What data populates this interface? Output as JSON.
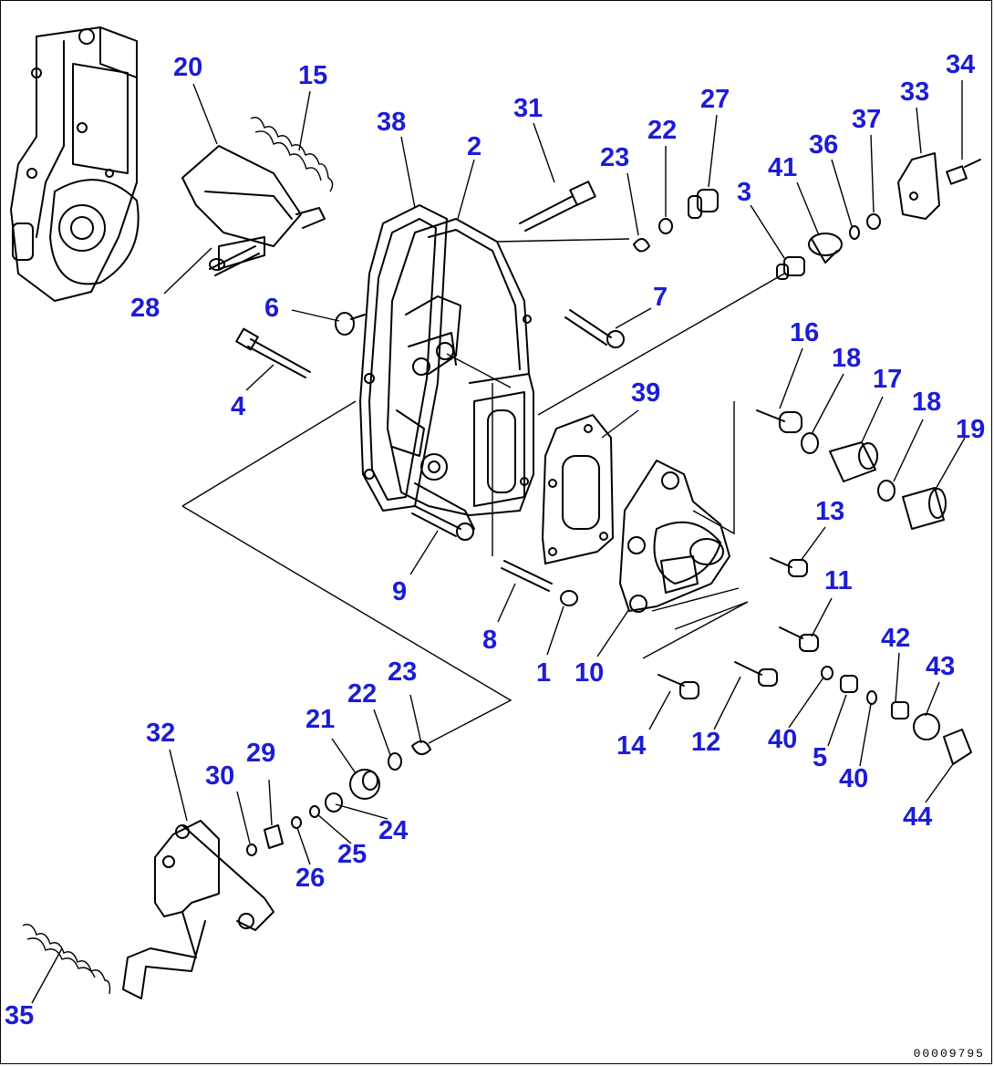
{
  "drawing_number": "00009795",
  "labels": [
    {
      "id": "l20",
      "text": "20"
    },
    {
      "id": "l15",
      "text": "15"
    },
    {
      "id": "l38",
      "text": "38"
    },
    {
      "id": "l2",
      "text": "2"
    },
    {
      "id": "l31",
      "text": "31"
    },
    {
      "id": "l23a",
      "text": "23"
    },
    {
      "id": "l22a",
      "text": "22"
    },
    {
      "id": "l27",
      "text": "27"
    },
    {
      "id": "l3",
      "text": "3"
    },
    {
      "id": "l41",
      "text": "41"
    },
    {
      "id": "l36",
      "text": "36"
    },
    {
      "id": "l37",
      "text": "37"
    },
    {
      "id": "l33",
      "text": "33"
    },
    {
      "id": "l34",
      "text": "34"
    },
    {
      "id": "l28",
      "text": "28"
    },
    {
      "id": "l6",
      "text": "6"
    },
    {
      "id": "l7",
      "text": "7"
    },
    {
      "id": "l4",
      "text": "4"
    },
    {
      "id": "l16",
      "text": "16"
    },
    {
      "id": "l18a",
      "text": "18"
    },
    {
      "id": "l17",
      "text": "17"
    },
    {
      "id": "l18b",
      "text": "18"
    },
    {
      "id": "l19",
      "text": "19"
    },
    {
      "id": "l39",
      "text": "39"
    },
    {
      "id": "l13",
      "text": "13"
    },
    {
      "id": "l9",
      "text": "9"
    },
    {
      "id": "l11",
      "text": "11"
    },
    {
      "id": "l8",
      "text": "8"
    },
    {
      "id": "l1",
      "text": "1"
    },
    {
      "id": "l10",
      "text": "10"
    },
    {
      "id": "l42",
      "text": "42"
    },
    {
      "id": "l43",
      "text": "43"
    },
    {
      "id": "l23b",
      "text": "23"
    },
    {
      "id": "l22b",
      "text": "22"
    },
    {
      "id": "l21",
      "text": "21"
    },
    {
      "id": "l32",
      "text": "32"
    },
    {
      "id": "l29",
      "text": "29"
    },
    {
      "id": "l30",
      "text": "30"
    },
    {
      "id": "l14",
      "text": "14"
    },
    {
      "id": "l12",
      "text": "12"
    },
    {
      "id": "l40a",
      "text": "40"
    },
    {
      "id": "l5",
      "text": "5"
    },
    {
      "id": "l40b",
      "text": "40"
    },
    {
      "id": "l44",
      "text": "44"
    },
    {
      "id": "l24",
      "text": "24"
    },
    {
      "id": "l25",
      "text": "25"
    },
    {
      "id": "l26",
      "text": "26"
    },
    {
      "id": "l35",
      "text": "35"
    }
  ]
}
